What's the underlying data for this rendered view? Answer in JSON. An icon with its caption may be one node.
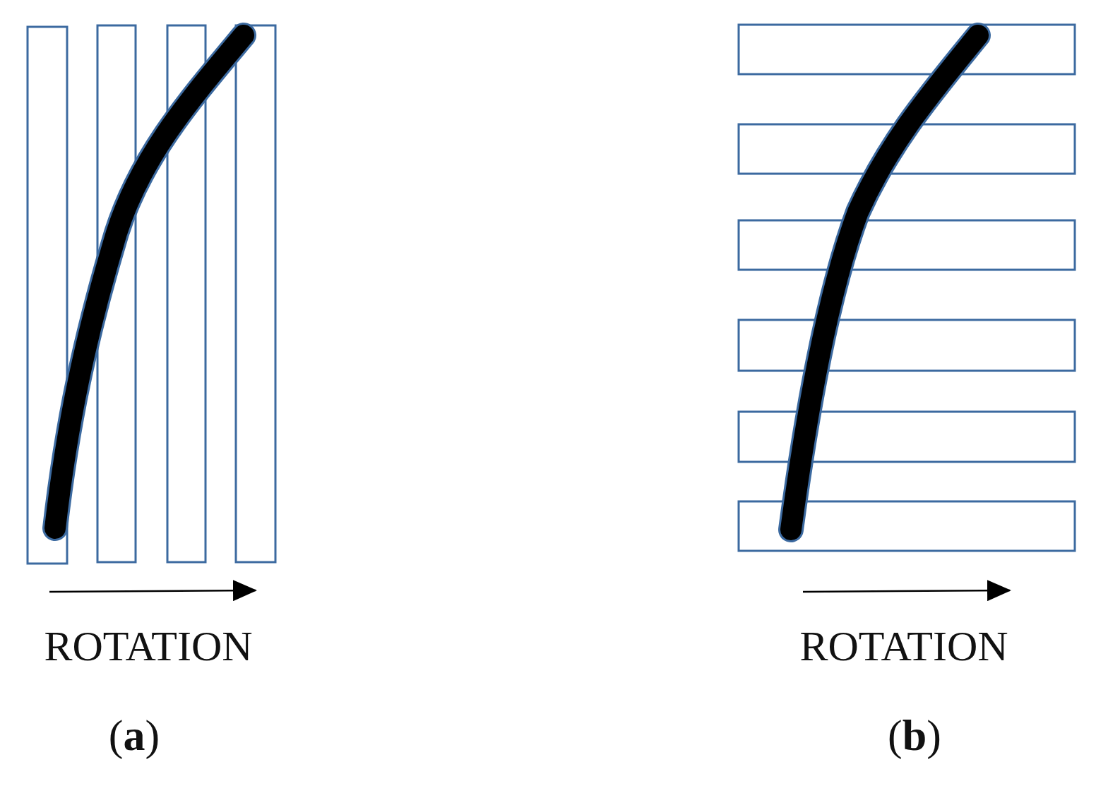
{
  "diagram": {
    "labels": [
      "ROTATION",
      "ROTATION",
      "(**a**)",
      "(**b**)"
    ]
  }
}
